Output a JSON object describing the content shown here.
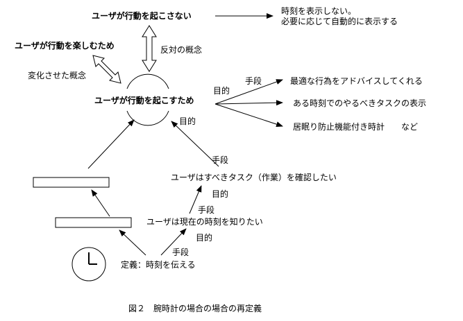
{
  "nodes": {
    "no_action": "ユーザが行動を起こさない",
    "enjoy": "ユーザが行動を楽しむため",
    "prompt_action": "ユーザが行動を起こすため"
  },
  "right_text": {
    "no_display_1": "時刻を表示しない。",
    "no_display_2": "必要に応じて自動的に表示する"
  },
  "labels": {
    "opposite": "反対の概念",
    "changed": "変化させた概念",
    "means_top": "手段",
    "purpose_top": "目的",
    "purpose_below": "目的",
    "means_1": "手段",
    "purpose_1": "目的",
    "means_2": "手段",
    "purpose_2": "目的",
    "means_3": "手段"
  },
  "means_list": [
    "最適な行為をアドバイスしてくれる",
    "ある時刻でのやるべきタスクの表示",
    "居眠り防止機能付き時計　　など"
  ],
  "chain": {
    "confirm_task": "ユーザはすべきタスク（作業）を確認したい",
    "know_time": "ユーザは現在の時刻を知りたい",
    "definition": "定義：時刻を伝える"
  },
  "caption": "図２　腕時計の場合の場合の再定義"
}
